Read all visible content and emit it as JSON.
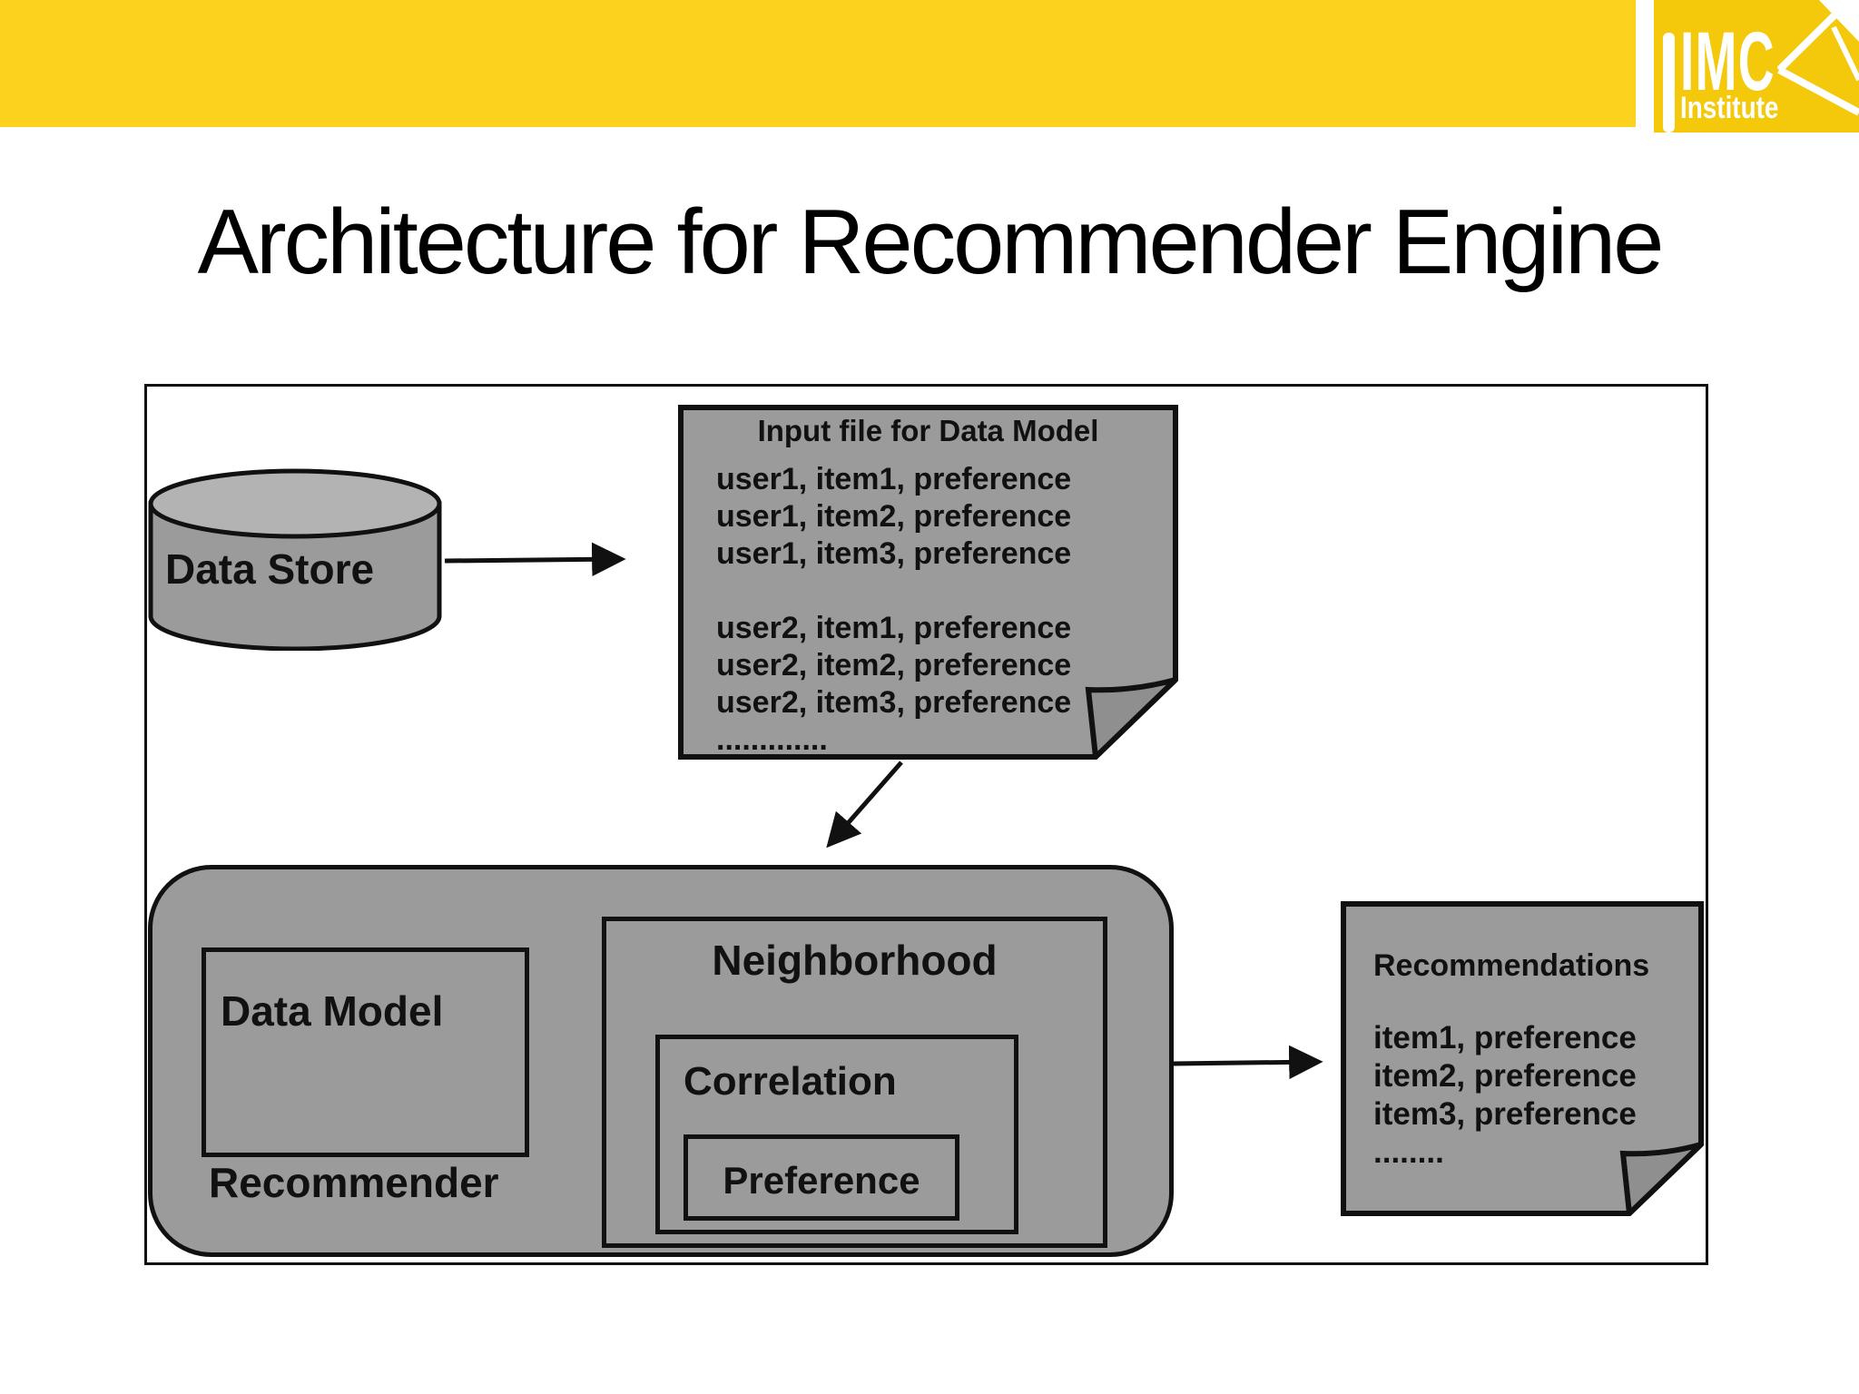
{
  "logo": {
    "brand": "IMC",
    "subtitle": "Institute"
  },
  "slide_title": "Architecture for Recommender Engine",
  "data_store": {
    "label": "Data Store"
  },
  "input_file": {
    "title": "Input file for Data Model",
    "lines": [
      "user1, item1, preference",
      "user1, item2, preference",
      "user1, item3, preference",
      "",
      "user2, item1, preference",
      "user2, item2, preference",
      "user2, item3, preference",
      "............."
    ]
  },
  "recommender": {
    "label": "Recommender",
    "data_model_label": "Data Model",
    "neighborhood_label": "Neighborhood",
    "correlation_label": "Correlation",
    "preference_label": "Preference"
  },
  "recommendations": {
    "title": "Recommendations",
    "lines": [
      "item1, preference",
      "item2, preference",
      "item3, preference",
      "........"
    ]
  },
  "colors": {
    "banner_yellow": "#FCD21E",
    "logo_yellow": "#F4C90B",
    "shape_gray": "#9B9B9B",
    "cylinder_top_gray": "#B3B3B3",
    "fold_gray": "#8F8F8F",
    "line_black": "#111111"
  }
}
